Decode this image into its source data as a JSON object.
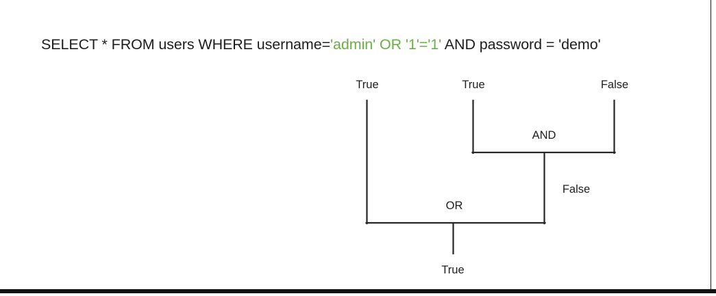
{
  "query": {
    "prefix": "SELECT * FROM users WHERE username=",
    "injection": "'admin' OR '1'='1'",
    "suffix": " AND password = 'demo'"
  },
  "diagram": {
    "type": "boolean-evaluation-tree",
    "leaves": [
      {
        "id": "left",
        "label": "True"
      },
      {
        "id": "mid",
        "label": "True"
      },
      {
        "id": "right",
        "label": "False"
      }
    ],
    "operators": [
      {
        "id": "and",
        "label": "AND",
        "result": "False"
      },
      {
        "id": "or",
        "label": "OR",
        "result": "True"
      }
    ],
    "and_result_label": "False",
    "final_result_label": "True"
  },
  "colors": {
    "injection_green": "#6aae44",
    "text_black": "#1d1d1d",
    "line_black": "#262626"
  }
}
